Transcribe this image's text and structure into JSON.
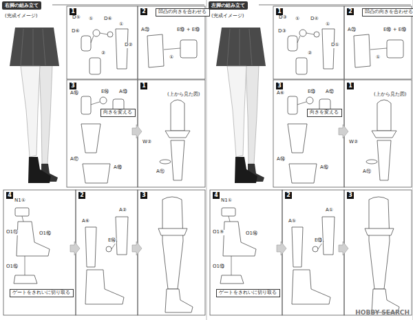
{
  "diagram": {
    "nodes": [
      {
        "text": [
          "右脚の組み立て"
        ]
      },
      {
        "text": [
          "1"
        ]
      },
      {
        "text": [
          "2"
        ]
      },
      {
        "text": [
          "凹凸の向きを合わせる"
        ]
      },
      {
        "text": [
          "3"
        ]
      },
      {
        "text": [
          "向きを変える"
        ]
      },
      {
        "text": [
          "1"
        ]
      },
      {
        "text": [
          "4"
        ]
      },
      {
        "text": [
          "ゲートをきれいに切り取る"
        ]
      },
      {
        "text": [
          "2"
        ]
      },
      {
        "text": [
          "3"
        ]
      },
      {
        "text": [
          "左脚の組み立て"
        ]
      },
      {
        "text": [
          "1"
        ]
      },
      {
        "text": [
          "2"
        ]
      },
      {
        "text": [
          "凹凸の向きを合わせる"
        ]
      },
      {
        "text": [
          "3"
        ]
      },
      {
        "text": [
          "向きを変える"
        ]
      },
      {
        "text": [
          "1"
        ]
      },
      {
        "text": [
          "4"
        ]
      },
      {
        "text": [
          "ゲートをきれいに切り取る"
        ]
      },
      {
        "text": [
          "2"
        ]
      },
      {
        "text": [
          "3"
        ]
      }
    ],
    "labels": [
      "(完成イメージ)",
      "D⑤",
      "D⑥",
      "①",
      "D⑥",
      "①",
      "②",
      "D②",
      "A⑳",
      "①",
      "E⑲ + E⑲",
      "A⑮",
      "E⑭",
      "A⑬",
      "A⑰",
      "A⑱",
      "(上から見た図)",
      "W②",
      "A⑪",
      "N1①",
      "O1⑪",
      "O1⑯",
      "O1⑮",
      "A⑥",
      "A②",
      "E⑭",
      "(完成イメージ)",
      "D③",
      "D③",
      "①",
      "D④",
      "①",
      "②",
      "D①",
      "A⑳",
      "①",
      "E⑱ + E⑲",
      "A⑥",
      "E⑬",
      "A⑫",
      "A⑭",
      "A⑮",
      "(上から見た図)",
      "W②",
      "A⑪",
      "N1①",
      "O1⑨",
      "O1⑭",
      "O1⑬",
      "A⑤",
      "A①",
      "E⑬",
      "HOBBY SEARCH"
    ]
  }
}
